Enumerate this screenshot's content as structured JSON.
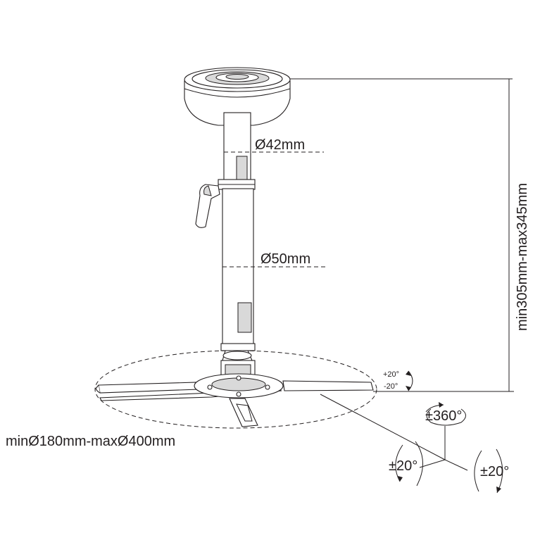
{
  "diagram": {
    "dimensions": {
      "inner_tube_diameter": "Ø42mm",
      "outer_tube_diameter": "Ø50mm",
      "height_range": "min305mm-max345mm",
      "arm_span_range": "minØ180mm-maxØ400mm"
    },
    "tilt": {
      "plus": "+20°",
      "minus": "-20°"
    },
    "rotation": {
      "swivel": "±360°",
      "tilt_left": "±20°",
      "tilt_right": "±20°"
    }
  }
}
